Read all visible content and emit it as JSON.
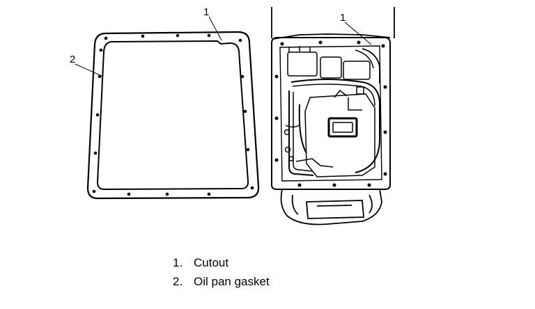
{
  "callouts": {
    "gasket_cutout": "1",
    "gasket": "2",
    "transmission_cutout": "1"
  },
  "legend": [
    {
      "number": "1.",
      "label": "Cutout"
    },
    {
      "number": "2.",
      "label": "Oil pan gasket"
    }
  ]
}
